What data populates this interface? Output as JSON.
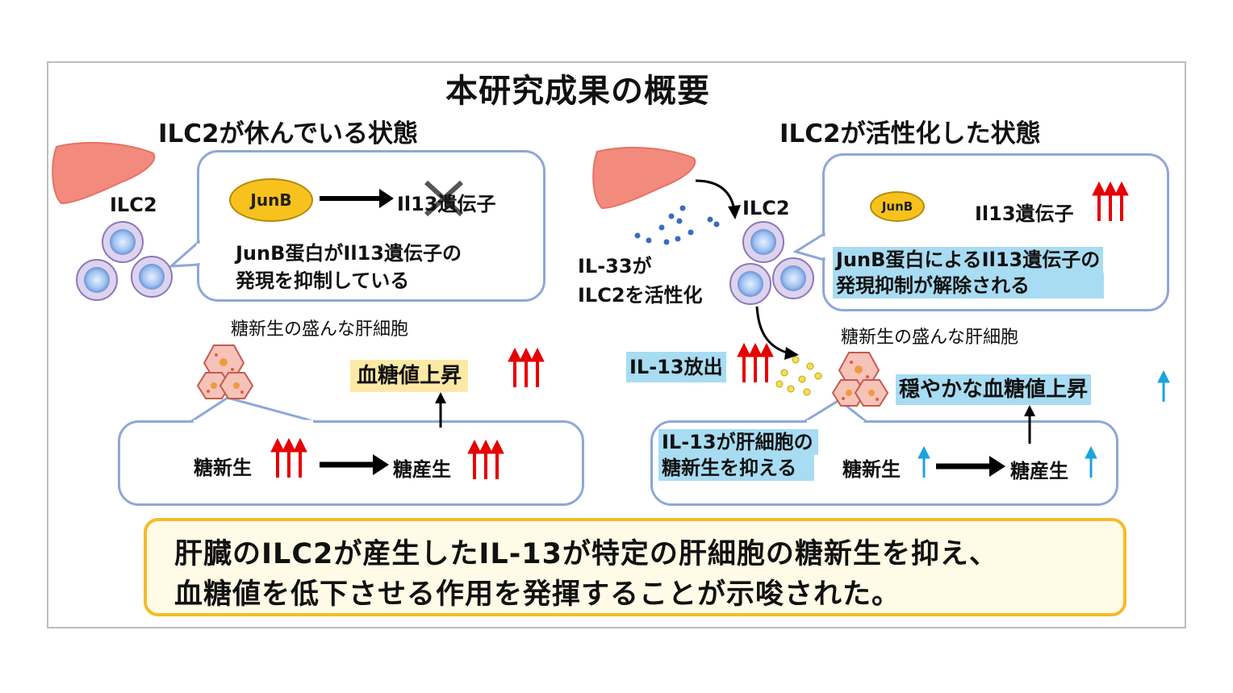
{
  "title": "本研究成果の概要",
  "left": {
    "heading": "ILC2が休んでいる状態",
    "ilc2_label": "ILC2",
    "junb": "JunB",
    "gene": "Il13遺伝子",
    "suppress_line1": "JunB蛋白がIl13遺伝子の",
    "suppress_line2": "発現を抑制している",
    "hepatocyte_label": "糖新生の盛んな肝細胞",
    "glucose_rise": "血糖値上昇",
    "gluconeogenesis": "糖新生",
    "glucose_production": "糖産生"
  },
  "right": {
    "heading": "ILC2が活性化した状態",
    "ilc2_label": "ILC2",
    "il33_line1": "IL-33が",
    "il33_line2": "ILC2を活性化",
    "junb": "JunB",
    "gene": "Il13遺伝子",
    "release_line1": "JunB蛋白によるIl13遺伝子の",
    "release_line2": "発現抑制が解除される",
    "hepatocyte_label": "糖新生の盛んな肝細胞",
    "il13_release": "IL-13放出",
    "mild_rise": "穏やかな血糖値上昇",
    "il13_suppress_line1": "IL-13が肝細胞の",
    "il13_suppress_line2": "糖新生を抑える",
    "gluconeogenesis": "糖新生",
    "glucose_production": "糖産生"
  },
  "conclusion": {
    "line1": "肝臓のILC2が産生したIL-13が特定の肝細胞の糖新生を抑え、",
    "line2": "血糖値を低下させる作用を発揮することが示唆された。"
  },
  "colors": {
    "frame_border": "#bdbdbd",
    "bubble_border": "#8fa7d8",
    "highlight_blue": "#a8dcf2",
    "highlight_yellow": "#fde9a6",
    "conclusion_border": "#f5bb28",
    "up_arrow_red": "#e60000",
    "up_arrow_blue": "#1aa3dd",
    "junb_fill": "#f7c21d",
    "liver": "#f28b7d"
  }
}
